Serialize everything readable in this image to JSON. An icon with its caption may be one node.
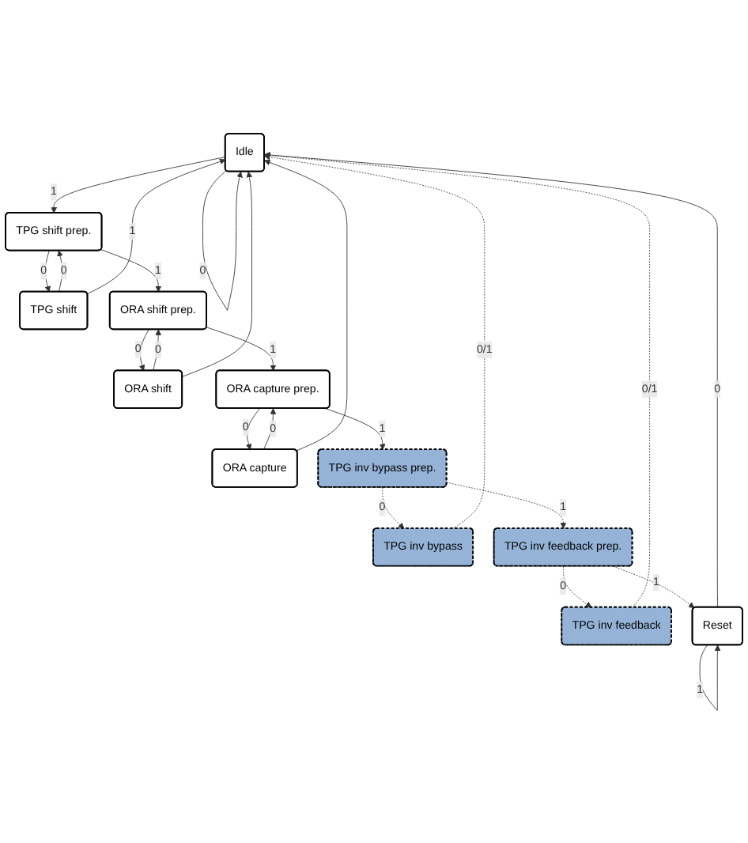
{
  "diagram": {
    "nodes": [
      {
        "text": [
          "Idle"
        ]
      },
      {
        "text": [
          "TPG shift prep."
        ]
      },
      {
        "text": [
          "TPG shift"
        ]
      },
      {
        "text": [
          "ORA shift prep."
        ]
      },
      {
        "text": [
          "ORA shift"
        ]
      },
      {
        "text": [
          "ORA capture prep."
        ]
      },
      {
        "text": [
          "ORA capture"
        ]
      },
      {
        "text": [
          "TPG inv bypass prep."
        ]
      },
      {
        "text": [
          "TPG inv bypass"
        ]
      },
      {
        "text": [
          "TPG inv feedback prep."
        ]
      },
      {
        "text": [
          "TPG inv feedback"
        ]
      },
      {
        "text": [
          "Reset"
        ]
      }
    ],
    "edges": [
      {
        "from": 0,
        "to": 0,
        "arrow": "to",
        "label": "0"
      },
      {
        "from": 0,
        "to": 1,
        "arrow": "to",
        "label": "1"
      },
      {
        "from": 1,
        "to": 2,
        "arrow": "to",
        "label": "0"
      },
      {
        "from": 2,
        "to": 1,
        "arrow": "to",
        "label": "0"
      },
      {
        "from": 1,
        "to": 3,
        "arrow": "to",
        "label": "1"
      },
      {
        "from": 3,
        "to": 4,
        "arrow": "to",
        "label": "0"
      },
      {
        "from": 4,
        "to": 3,
        "arrow": "to",
        "label": "0"
      },
      {
        "from": 3,
        "to": 5,
        "arrow": "to",
        "label": "1"
      },
      {
        "from": 5,
        "to": 6,
        "arrow": "to",
        "label": "0"
      },
      {
        "from": 6,
        "to": 5,
        "arrow": "to",
        "label": "0"
      },
      {
        "from": 2,
        "to": 0,
        "arrow": "to",
        "label": "1"
      },
      {
        "from": 4,
        "to": 0,
        "arrow": "to"
      },
      {
        "from": 6,
        "to": 0,
        "arrow": "to"
      },
      {
        "from": 5,
        "to": 7,
        "arrow": "to",
        "label": "1"
      },
      {
        "from": 7,
        "to": 8,
        "arrow": "to",
        "label": "0",
        "style": "dashed"
      },
      {
        "from": 7,
        "to": 9,
        "arrow": "to",
        "label": "1",
        "style": "dashed"
      },
      {
        "from": 9,
        "to": 10,
        "arrow": "to",
        "label": "0",
        "style": "dashed"
      },
      {
        "from": 8,
        "to": 0,
        "arrow": "to",
        "label": "0/1",
        "style": "dashed"
      },
      {
        "from": 10,
        "to": 0,
        "arrow": "to",
        "label": "0/1",
        "style": "dashed"
      },
      {
        "from": 9,
        "to": 11,
        "arrow": "to",
        "label": "1",
        "style": "dashed"
      },
      {
        "from": 11,
        "to": 0,
        "arrow": "to",
        "label": "0"
      },
      {
        "from": 11,
        "to": 11,
        "arrow": "to",
        "label": "1"
      }
    ]
  }
}
